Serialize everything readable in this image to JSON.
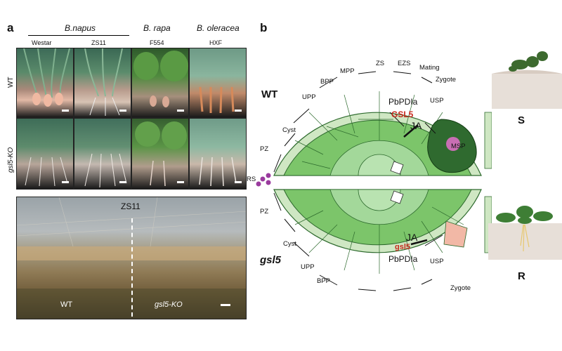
{
  "panel_a": {
    "letter": "a",
    "species": [
      "B.napus",
      "B. rapa",
      "B. oleracea"
    ],
    "cultivars": [
      "Westar",
      "ZS11",
      "F554",
      "HXF"
    ],
    "row_labels": [
      "WT",
      "gsl5-KO"
    ],
    "field": {
      "top_label": "ZS11",
      "left_label": "WT",
      "right_label": "gsl5-KO"
    }
  },
  "panel_b": {
    "letter": "b",
    "wt_label": "WT",
    "mutant_label": "gsl5",
    "resting_spore_label": "RS",
    "top": {
      "labels": [
        "Cyst",
        "UPP",
        "BPP",
        "MPP",
        "ZS",
        "EZS",
        "Mating",
        "Zygote",
        "PZ",
        "USP",
        "MSP"
      ],
      "protein": "PbPDIa",
      "gene": "GSL5",
      "hormone": "JA"
    },
    "bottom": {
      "labels": [
        "PZ",
        "Cyst",
        "UPP",
        "BPP",
        "Zygote",
        "USP"
      ],
      "protein": "PbPDIa",
      "gene": "gsl5",
      "hormone": "JA"
    },
    "outcomes": [
      "S",
      "R"
    ]
  }
}
